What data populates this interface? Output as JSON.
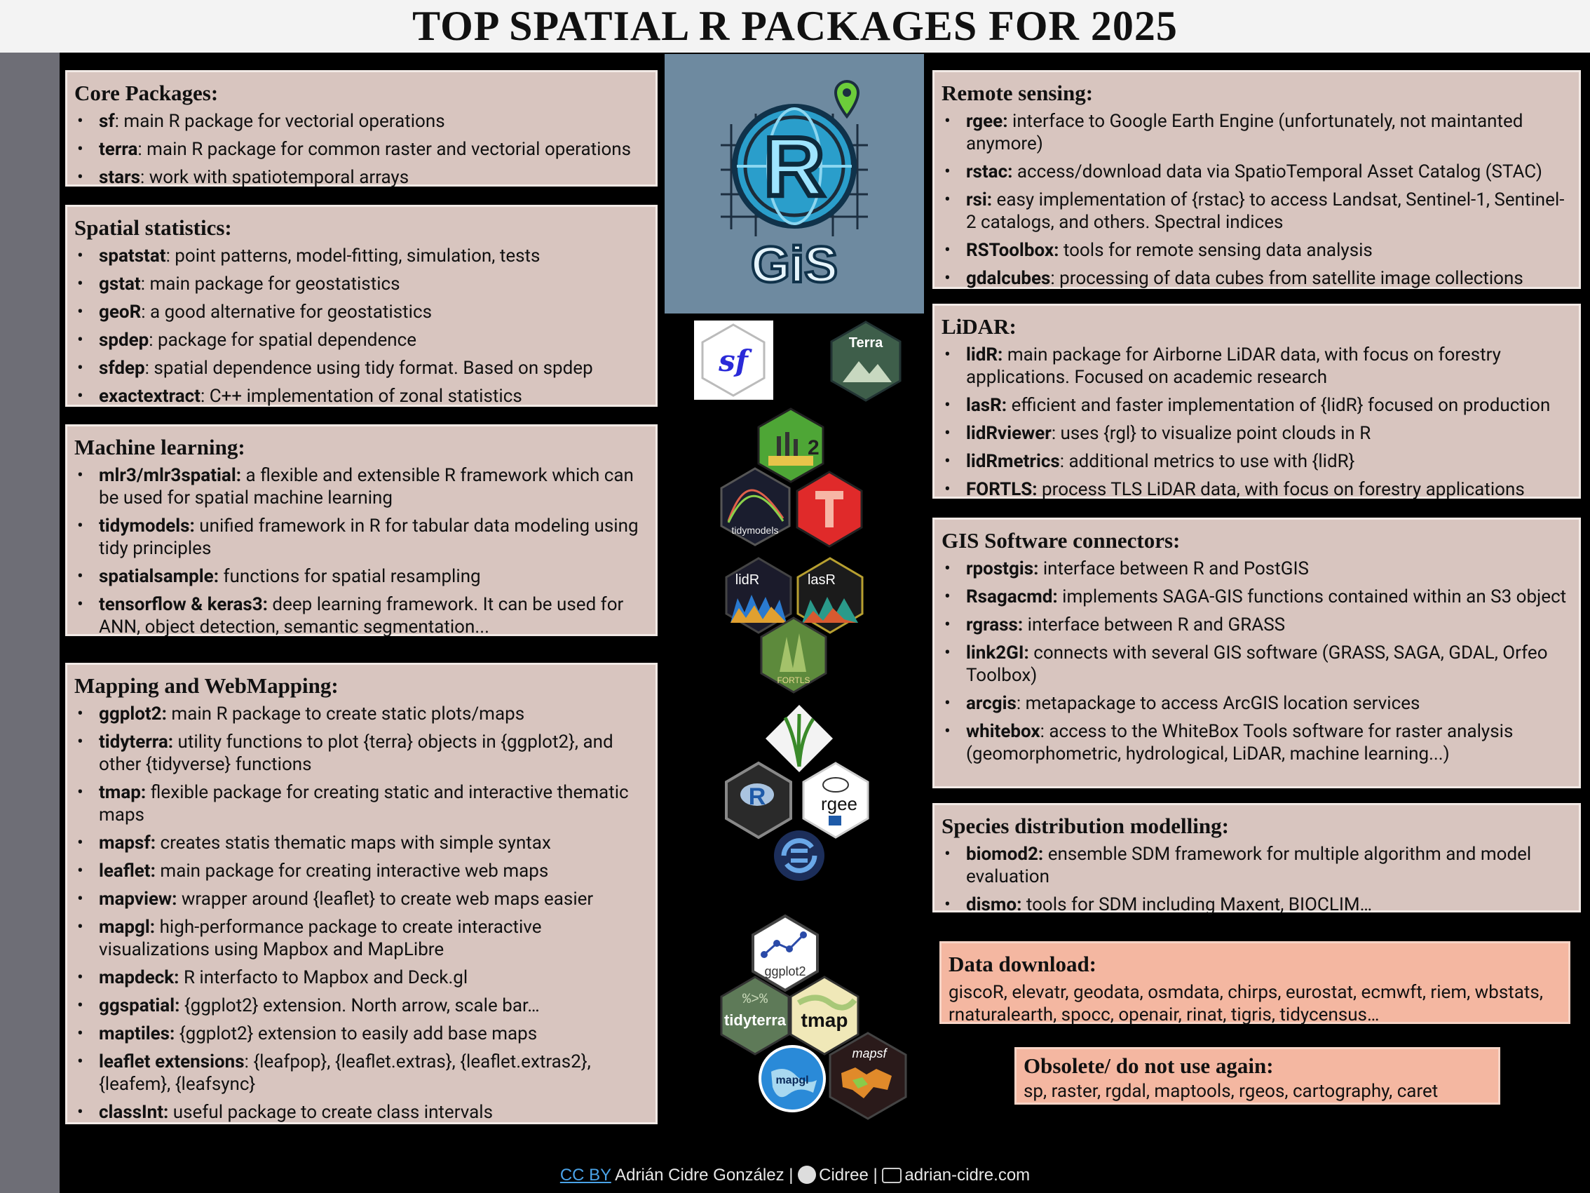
{
  "title": "TOP SPATIAL R PACKAGES FOR 2025",
  "sections": {
    "core": {
      "heading": "Core Packages:",
      "items": [
        {
          "name": "sf",
          "desc": ": main R package for vectorial operations"
        },
        {
          "name": "terra",
          "desc": ": main R package for common raster and vectorial operations"
        },
        {
          "name": "stars",
          "desc": ": work with spatiotemporal arrays"
        }
      ]
    },
    "spatial_stats": {
      "heading": "Spatial statistics:",
      "items": [
        {
          "name": "spatstat",
          "desc": ": point patterns, model-fitting, simulation, tests"
        },
        {
          "name": "gstat",
          "desc": ": main package for geostatistics"
        },
        {
          "name": "geoR",
          "desc": ": a good alternative for geostatistics"
        },
        {
          "name": "spdep",
          "desc": ": package for spatial dependence"
        },
        {
          "name": "sfdep",
          "desc": ": spatial dependence using tidy format. Based on spdep"
        },
        {
          "name": "exactextract",
          "desc": ": C++ implementation of zonal statistics"
        }
      ]
    },
    "ml": {
      "heading": "Machine learning:",
      "items": [
        {
          "name": "mlr3/mlr3spatial:",
          "desc": " a flexible and extensible R framework which can be used for spatial machine learning"
        },
        {
          "name": "tidymodels:",
          "desc": " unified framework in R for tabular data modeling using tidy principles"
        },
        {
          "name": "spatialsample:",
          "desc": " functions for spatial resampling"
        },
        {
          "name": "tensorflow & keras3:",
          "desc": " deep learning framework. It can be used for ANN, object detection, semantic segmentation..."
        }
      ]
    },
    "mapping": {
      "heading": "Mapping and WebMapping:",
      "items": [
        {
          "name": "ggplot2:",
          "desc": " main R package to create static plots/maps"
        },
        {
          "name": "tidyterra:",
          "desc": " utility functions to plot {terra} objects in {ggplot2}, and other {tidyverse} functions"
        },
        {
          "name": "tmap:",
          "desc": " flexible package for creating static and interactive thematic maps"
        },
        {
          "name": "mapsf:",
          "desc": " creates statis thematic maps with simple syntax"
        },
        {
          "name": "leaflet:",
          "desc": " main package for creating interactive web maps"
        },
        {
          "name": "mapview:",
          "desc": " wrapper around {leaflet} to create web maps easier"
        },
        {
          "name": "mapgl:",
          "desc": " high-performance package to create interactive visualizations using Mapbox and MapLibre"
        },
        {
          "name": "mapdeck:",
          "desc": " R interfacto to Mapbox and Deck.gl"
        },
        {
          "name": "ggspatial:",
          "desc": " {ggplot2} extension. North arrow, scale bar…"
        },
        {
          "name": "maptiles:",
          "desc": " {ggplot2} extension to easily add base maps"
        },
        {
          "name": "leaflet extensions",
          "desc": ": {leafpop}, {leaflet.extras}, {leaflet.extras2}, {leafem}, {leafsync}"
        },
        {
          "name": "classInt:",
          "desc": " useful package to create class intervals"
        }
      ]
    },
    "remote": {
      "heading": "Remote sensing:",
      "items": [
        {
          "name": "rgee:",
          "desc": " interface to Google Earth Engine (unfortunately, not maintanted anymore)"
        },
        {
          "name": "rstac:",
          "desc": " access/download data via SpatioTemporal Asset Catalog (STAC)"
        },
        {
          "name": "rsi:",
          "desc": " easy implementation of {rstac} to access Landsat, Sentinel-1, Sentinel-2 catalogs, and others. Spectral indices"
        },
        {
          "name": "RSToolbox:",
          "desc": " tools for remote sensing data analysis"
        },
        {
          "name": "gdalcubes",
          "desc": ": processing of data cubes from satellite image collections"
        }
      ]
    },
    "lidar": {
      "heading": "LiDAR:",
      "items": [
        {
          "name": "lidR:",
          "desc": " main package for Airborne LiDAR data, with focus on forestry applications. Focused on academic research"
        },
        {
          "name": "lasR:",
          "desc": " efficient and faster implementation of {lidR} focused on production"
        },
        {
          "name": "lidRviewer",
          "desc": ": uses {rgl} to visualize point clouds in R"
        },
        {
          "name": "lidRmetrics",
          "desc": ": additional metrics to use with {lidR}"
        },
        {
          "name": "FORTLS:",
          "desc": " process TLS LiDAR data, with focus on forestry applications"
        }
      ]
    },
    "gis_connectors": {
      "heading": "GIS Software connectors:",
      "items": [
        {
          "name": "rpostgis:",
          "desc": " interface between R and PostGIS"
        },
        {
          "name": "Rsagacmd:",
          "desc": " implements SAGA-GIS functions contained within an S3 object"
        },
        {
          "name": "rgrass:",
          "desc": " interface between R and GRASS"
        },
        {
          "name": "link2GI:",
          "desc": " connects with several GIS software (GRASS, SAGA, GDAL, Orfeo Toolbox)"
        },
        {
          "name": "arcgis",
          "desc": ": metapackage to access ArcGIS location services"
        },
        {
          "name": "whitebox",
          "desc": ": access to the WhiteBox Tools software for raster analysis (geomorphometric, hydrological, LiDAR, machine learning...)"
        }
      ]
    },
    "sdm": {
      "heading": "Species distribution modelling:",
      "items": [
        {
          "name": "biomod2:",
          "desc": " ensemble SDM framework for multiple algorithm and model evaluation"
        },
        {
          "name": "dismo:",
          "desc": " tools for SDM including Maxent, BIOCLIM…"
        }
      ]
    },
    "download": {
      "heading": "Data download:",
      "text": "giscoR, elevatr, geodata, osmdata, chirps, eurostat, ecmwft, riem, wbstats, rnaturalearth, spocc, openair, rinat, tigris, tidycensus…"
    },
    "obsolete": {
      "heading": "Obsolete/ do not use again:",
      "text": "sp, raster, rgdal, maptools, rgeos, cartography, caret"
    }
  },
  "logos": {
    "gis": "GiS",
    "gis_r": "R",
    "sf": "sf",
    "terra": "Terra",
    "tidymodels": "tidymodels",
    "lidr": "lidR",
    "lasr": "lasR",
    "fortls": "FORTLS",
    "rgee": "rgee",
    "ggplot2": "ggplot2",
    "tidyterra": "tidyterra",
    "tmap": "tmap",
    "mapgl": "mapgl",
    "mapsf": "mapsf"
  },
  "footer": {
    "license": "CC BY",
    "author": " Adrián Cidre González | ",
    "github": "Cidree",
    "sep": " | ",
    "website": "adrian-cidre.com"
  }
}
